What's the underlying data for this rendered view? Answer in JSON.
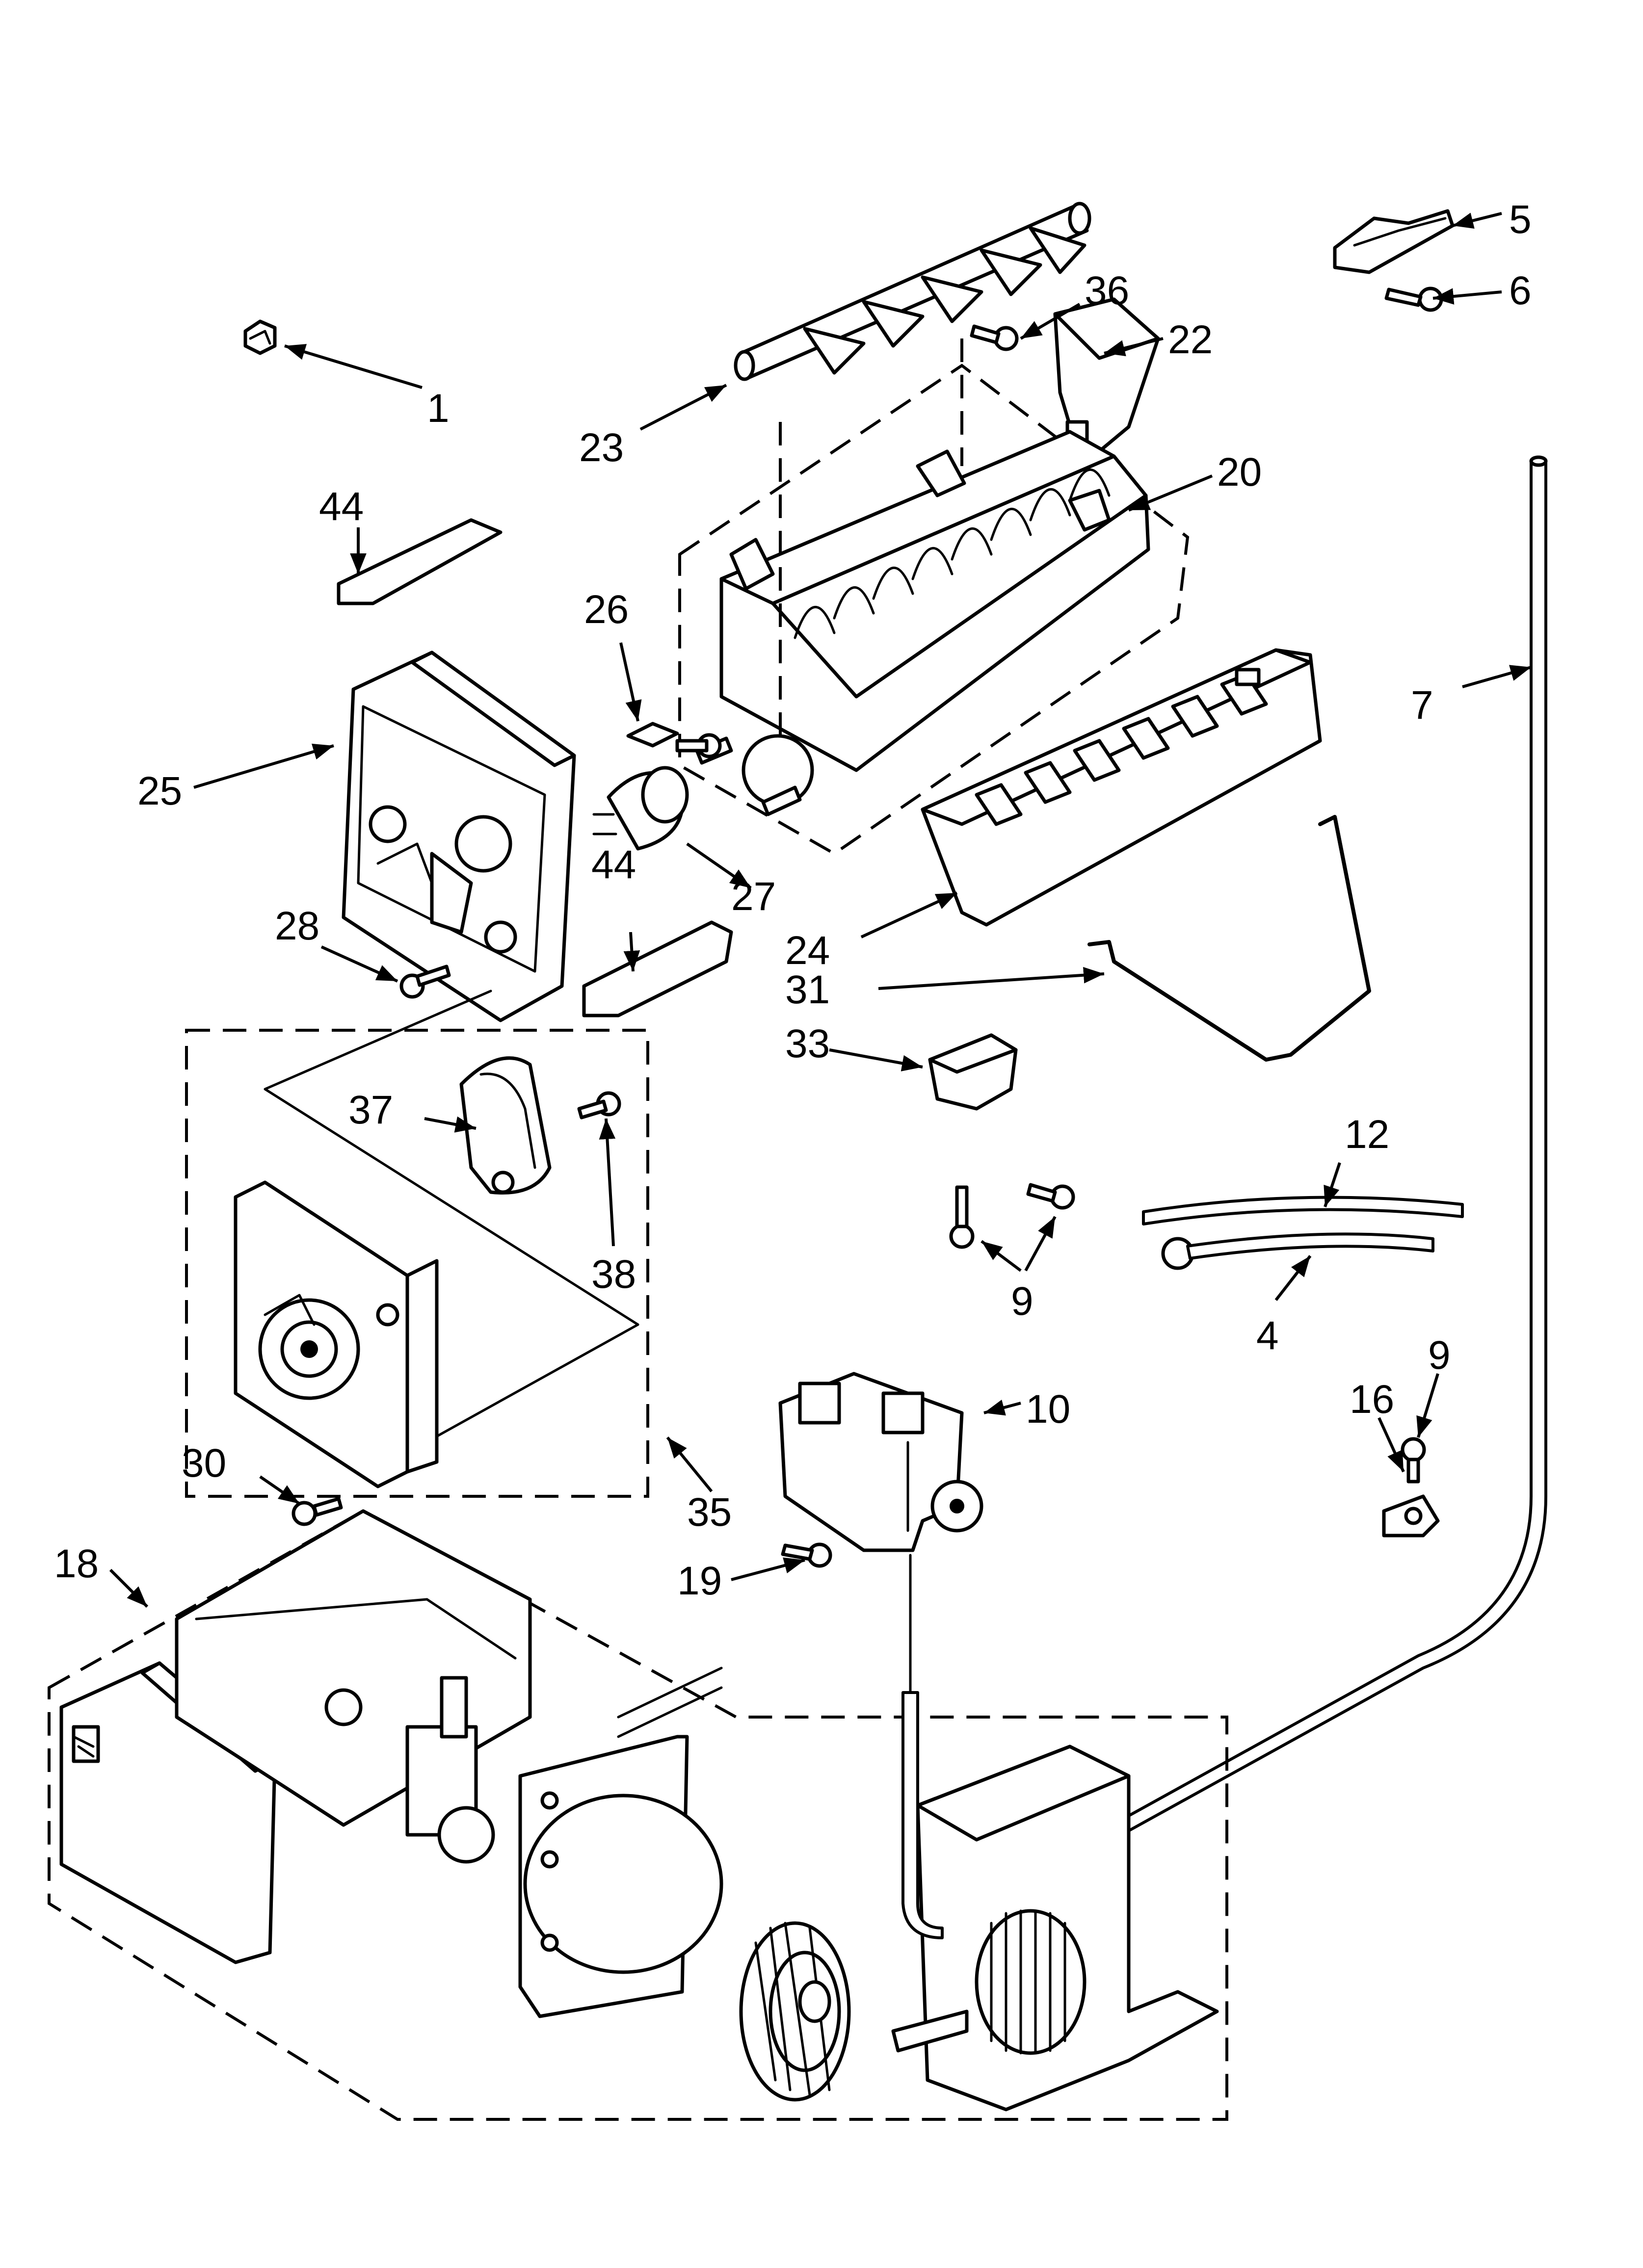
{
  "callouts": [
    {
      "id": "c1",
      "label": "1"
    },
    {
      "id": "c4",
      "label": "4"
    },
    {
      "id": "c5",
      "label": "5"
    },
    {
      "id": "c6",
      "label": "6"
    },
    {
      "id": "c7",
      "label": "7"
    },
    {
      "id": "c9a",
      "label": "9"
    },
    {
      "id": "c9b",
      "label": "9"
    },
    {
      "id": "c10",
      "label": "10"
    },
    {
      "id": "c12",
      "label": "12"
    },
    {
      "id": "c16",
      "label": "16"
    },
    {
      "id": "c18",
      "label": "18"
    },
    {
      "id": "c19",
      "label": "19"
    },
    {
      "id": "c20",
      "label": "20"
    },
    {
      "id": "c22",
      "label": "22"
    },
    {
      "id": "c23",
      "label": "23"
    },
    {
      "id": "c24",
      "label": "24"
    },
    {
      "id": "c25",
      "label": "25"
    },
    {
      "id": "c26",
      "label": "26"
    },
    {
      "id": "c27",
      "label": "27"
    },
    {
      "id": "c28",
      "label": "28"
    },
    {
      "id": "c30",
      "label": "30"
    },
    {
      "id": "c31",
      "label": "31"
    },
    {
      "id": "c33",
      "label": "33"
    },
    {
      "id": "c35",
      "label": "35"
    },
    {
      "id": "c36",
      "label": "36"
    },
    {
      "id": "c37",
      "label": "37"
    },
    {
      "id": "c38",
      "label": "38"
    },
    {
      "id": "c44a",
      "label": "44"
    },
    {
      "id": "c44b",
      "label": "44"
    }
  ]
}
